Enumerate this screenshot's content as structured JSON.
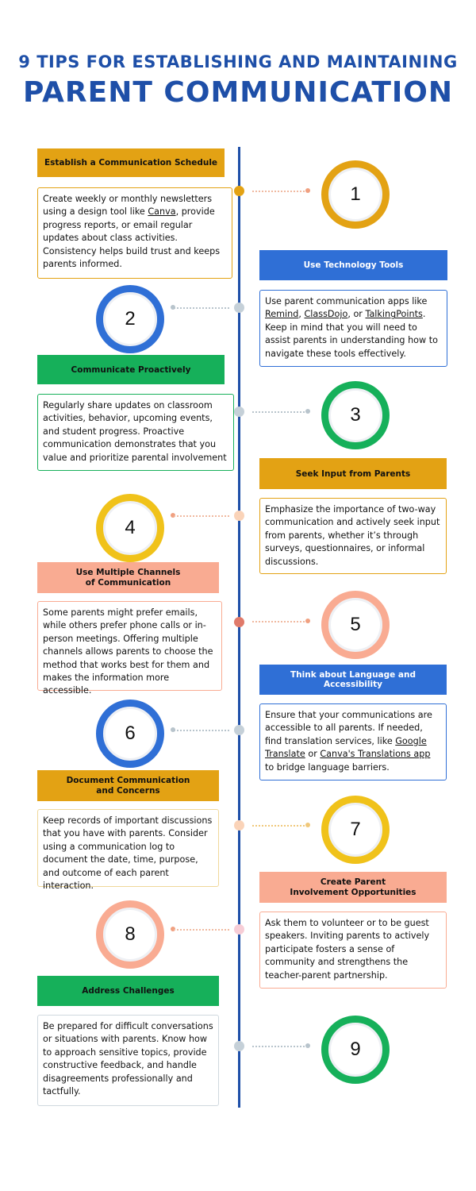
{
  "title": {
    "line1": "9 TIPS FOR ESTABLISHING AND MAINTAINING",
    "line2": "PARENT COMMUNICATION"
  },
  "colors": {
    "blue": "#2f6fd6",
    "gold": "#e3a214",
    "green": "#16b05a",
    "yellow": "#f0c21a",
    "salmon": "#f9ab92",
    "navy": "#1e4fa8"
  },
  "tips": [
    {
      "number": "1",
      "header": "Establish a Communication Schedule",
      "text_before": "Create weekly or monthly newsletters using a design tool like ",
      "link1": "Canva",
      "text_after": ", provide progress reports, or email regular updates about class activities. Consistency helps build trust and keeps parents informed."
    },
    {
      "number": "2",
      "header": "Use Technology Tools",
      "text_before": "Use parent communication apps like ",
      "link1": "Remind",
      "sep1": ", ",
      "link2": "ClassDojo",
      "sep2": ", or ",
      "link3": "TalkingPoints",
      "text_after": ". Keep in mind that you will need to assist parents in understanding how to navigate these tools effectively."
    },
    {
      "number": "3",
      "header": "Communicate Proactively",
      "text": "Regularly share updates on classroom activities, behavior, upcoming events, and student progress. Proactive communication demonstrates that you value and prioritize parental involvement"
    },
    {
      "number": "4",
      "header": "Seek Input from Parents",
      "text": "Emphasize the importance of two-way communication and actively seek input from parents, whether it’s through surveys, questionnaires, or informal discussions."
    },
    {
      "number": "5",
      "header_line1": "Use Multiple Channels",
      "header_line2": "of Communication",
      "text": "Some parents might prefer emails, while others prefer phone calls or in-person meetings. Offering multiple channels allows parents to choose the method that works best for them and makes the information more accessible."
    },
    {
      "number": "6",
      "header": "Think about Language and Accessibility",
      "text_before": "Ensure that your communications are accessible to all parents. If needed, find translation services, like ",
      "link1": "Google Translate",
      "sep1": " or ",
      "link2": "Canva's Translations app",
      "text_after": " to bridge language barriers."
    },
    {
      "number": "7",
      "header_line1": "Document Communication",
      "header_line2": "and Concerns",
      "text": "Keep records of important discussions that you have with parents. Consider using a communication log to document the date, time, purpose, and outcome of each parent interaction."
    },
    {
      "number": "8",
      "header_line1": "Create Parent",
      "header_line2": "Involvement Opportunities",
      "text": "Ask them to volunteer or to be guest speakers. Inviting parents to actively participate fosters a sense of community and strengthens the teacher-parent partnership."
    },
    {
      "number": "9",
      "header": "Address Challenges",
      "text": "Be prepared for difficult conversations or situations with parents. Know how to approach sensitive topics, provide constructive feedback, and handle disagreements professionally and tactfully."
    }
  ]
}
